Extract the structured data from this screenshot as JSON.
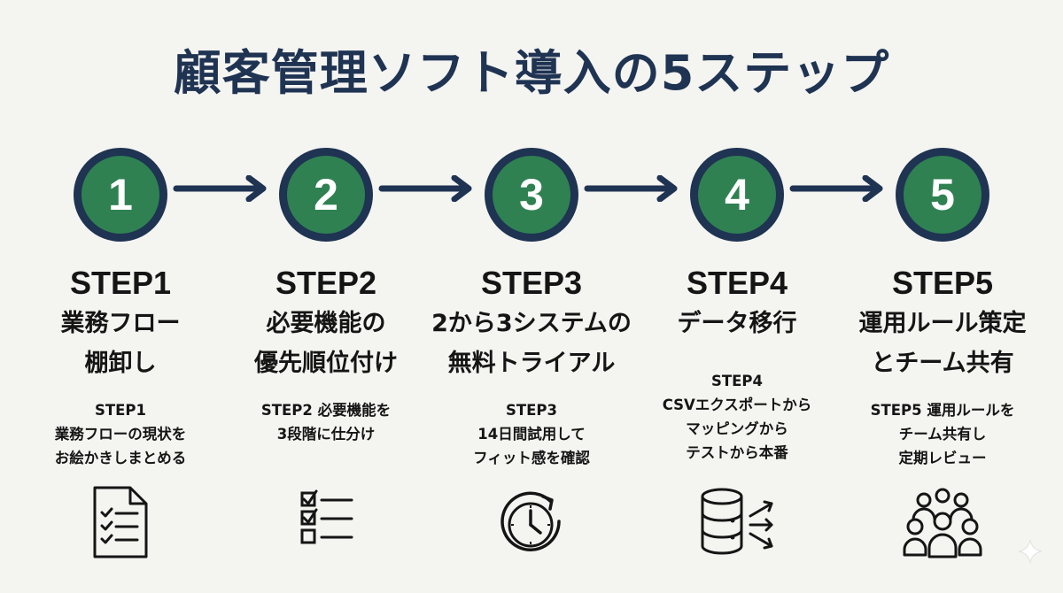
{
  "title": "顧客管理ソフト導入の5ステップ",
  "colors": {
    "title": "#1f3352",
    "circle_fill": "#2f8152",
    "circle_ring": "#1f3352",
    "arrow": "#1f3352"
  },
  "steps": [
    {
      "number": "1",
      "label": "STEP1",
      "title_lines": [
        "業務フロー",
        "棚卸し"
      ],
      "desc_lines": [
        "STEP1",
        "業務フローの現状を",
        "お絵かきしまとめる"
      ],
      "icon": "checklist-document-icon"
    },
    {
      "number": "2",
      "label": "STEP2",
      "title_lines": [
        "必要機能の",
        "優先順位付け"
      ],
      "desc_lines": [
        "STEP2 必要機能を",
        "3段階に仕分け"
      ],
      "icon": "checkbox-list-icon"
    },
    {
      "number": "3",
      "label": "STEP3",
      "title_lines": [
        "2から3システムの",
        "無料トライアル"
      ],
      "desc_lines": [
        "STEP3",
        "14日間試用して",
        "フィット感を確認"
      ],
      "icon": "clock-icon"
    },
    {
      "number": "4",
      "label": "STEP4",
      "title_lines": [
        "データ移行"
      ],
      "desc_lines": [
        "STEP4",
        "CSVエクスポートから",
        "マッピングから",
        "テストから本番"
      ],
      "icon": "database-export-icon"
    },
    {
      "number": "5",
      "label": "STEP5",
      "title_lines": [
        "運用ルール策定",
        "とチーム共有"
      ],
      "desc_lines": [
        "STEP5 運用ルールを",
        "チーム共有し",
        "定期レビュー"
      ],
      "icon": "team-icon"
    }
  ]
}
